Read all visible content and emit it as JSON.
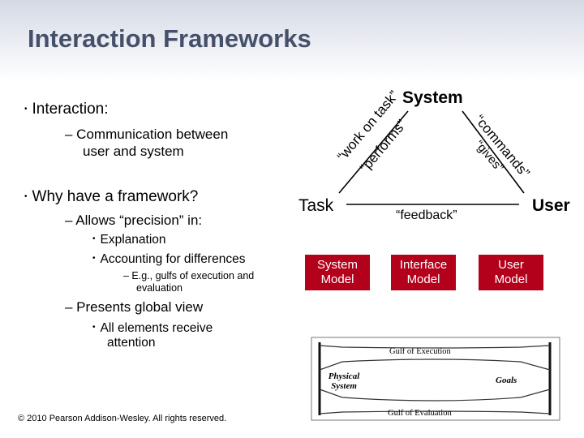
{
  "slide": {
    "title": "Interaction Frameworks",
    "bullets": {
      "interaction": "Interaction:",
      "communication_l1": "– Communication between",
      "communication_l2": "user and system",
      "why": "Why have a framework?",
      "precision": "– Allows “precision” in:",
      "explanation": "Explanation",
      "accounting": "Accounting for differences",
      "eg_l1": "– E.g., gulfs of execution and",
      "eg_l2": "evaluation",
      "global": "– Presents global view",
      "all_l1": "All elements receive",
      "all_l2": "attention"
    },
    "bullet_glyph": "•",
    "copyright": "© 2010 Pearson Addison-Wesley. All rights reserved."
  },
  "triangle": {
    "system": "System",
    "task": "Task",
    "user": "User",
    "work_on_task": "“work on task”",
    "performs": "“performs”",
    "commands": "“commands”",
    "gives": "“gives”",
    "feedback": "“feedback”"
  },
  "models": {
    "system_l1": "System",
    "system_l2": "Model",
    "interface_l1": "Interface",
    "interface_l2": "Model",
    "user_l1": "User",
    "user_l2": "Model"
  },
  "gulf_diagram": {
    "execution": "Gulf of Execution",
    "evaluation": "Gulf of Evaluation",
    "physical_l1": "Physical",
    "physical_l2": "System",
    "goals": "Goals"
  },
  "colors": {
    "title": "#45506a",
    "model_box": "#b3001b",
    "triangle_line": "#000000"
  }
}
